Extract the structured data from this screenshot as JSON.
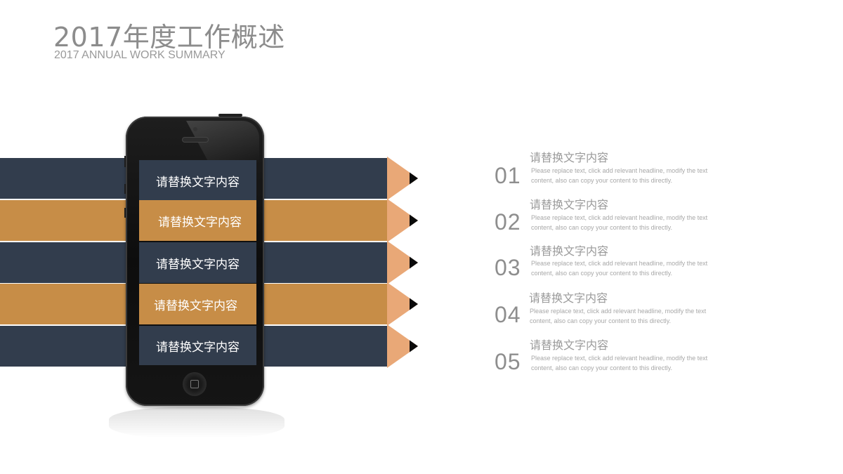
{
  "header": {
    "title": "2017年度工作概述",
    "subtitle": "2017 ANNUAL WORK SUMMARY"
  },
  "pencils": [
    {
      "label": "请替换文字内容",
      "color": "dark"
    },
    {
      "label": "请替换文字内容",
      "color": "gold"
    },
    {
      "label": "请替换文字内容",
      "color": "dark"
    },
    {
      "label": "请替换文字内容",
      "color": "gold"
    },
    {
      "label": "请替换文字内容",
      "color": "dark"
    }
  ],
  "items": [
    {
      "number": "01",
      "title": "请替换文字内容",
      "desc": "Please replace text, click add relevant headline, modify the text content, also can copy your content to this directly."
    },
    {
      "number": "02",
      "title": "请替换文字内容",
      "desc": "Please replace text, click add relevant headline, modify the text content, also can copy your content to this directly."
    },
    {
      "number": "03",
      "title": "请替换文字内容",
      "desc": "Please replace text, click add relevant headline, modify the text content, also can copy your content to this directly."
    },
    {
      "number": "04",
      "title": "请替换文字内容",
      "desc": "Please replace text, click add relevant headline, modify the text content, also can copy your content to this directly."
    },
    {
      "number": "05",
      "title": "请替换文字内容",
      "desc": "Please replace text, click add relevant headline, modify the text content, also can copy your content to this directly."
    }
  ],
  "colors": {
    "dark": "#323d4d",
    "gold": "#c78d47",
    "pencil_wood": "#e9a877",
    "text_gray": "#9a9a9a"
  }
}
